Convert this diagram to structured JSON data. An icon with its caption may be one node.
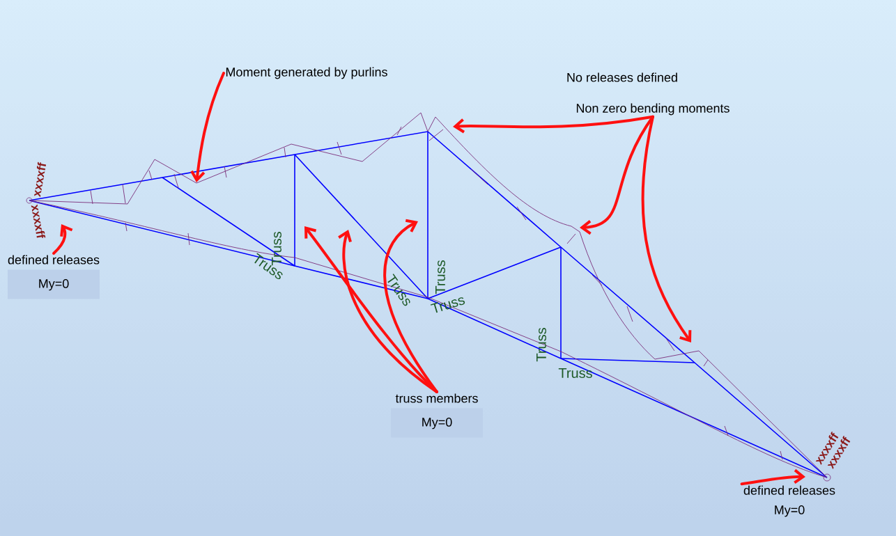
{
  "diagram": {
    "nodes": [
      {
        "text": [
          "Moment generated by purlins"
        ]
      },
      {
        "text": [
          "Non zero bending moments"
        ]
      },
      {
        "text": [
          "defined releases",
          "My=0"
        ]
      },
      {
        "text": [
          "truss members",
          "My=0"
        ]
      },
      {
        "text": [
          "defined releases",
          "My=0"
        ]
      }
    ],
    "edges": [
      {
        "from": 0,
        "to": null,
        "arrow": "to"
      },
      {
        "from": 1,
        "to": null,
        "arrow": "to"
      },
      {
        "from": 1,
        "to": null,
        "arrow": "to"
      },
      {
        "from": 1,
        "to": null,
        "arrow": "to"
      },
      {
        "from": 2,
        "to": null,
        "arrow": "to"
      },
      {
        "from": 3,
        "to": null,
        "arrow": "to"
      },
      {
        "from": 3,
        "to": null,
        "arrow": "to"
      },
      {
        "from": 3,
        "to": null,
        "arrow": "to"
      },
      {
        "from": 4,
        "to": null,
        "arrow": "to"
      }
    ],
    "labels": [
      "No releases defined",
      "Truss",
      "Truss",
      "Truss",
      "Truss",
      "Truss",
      "Truss",
      "Truss",
      "xxxxff",
      "xxxxff",
      "xxxxff",
      "xxxxff"
    ]
  }
}
